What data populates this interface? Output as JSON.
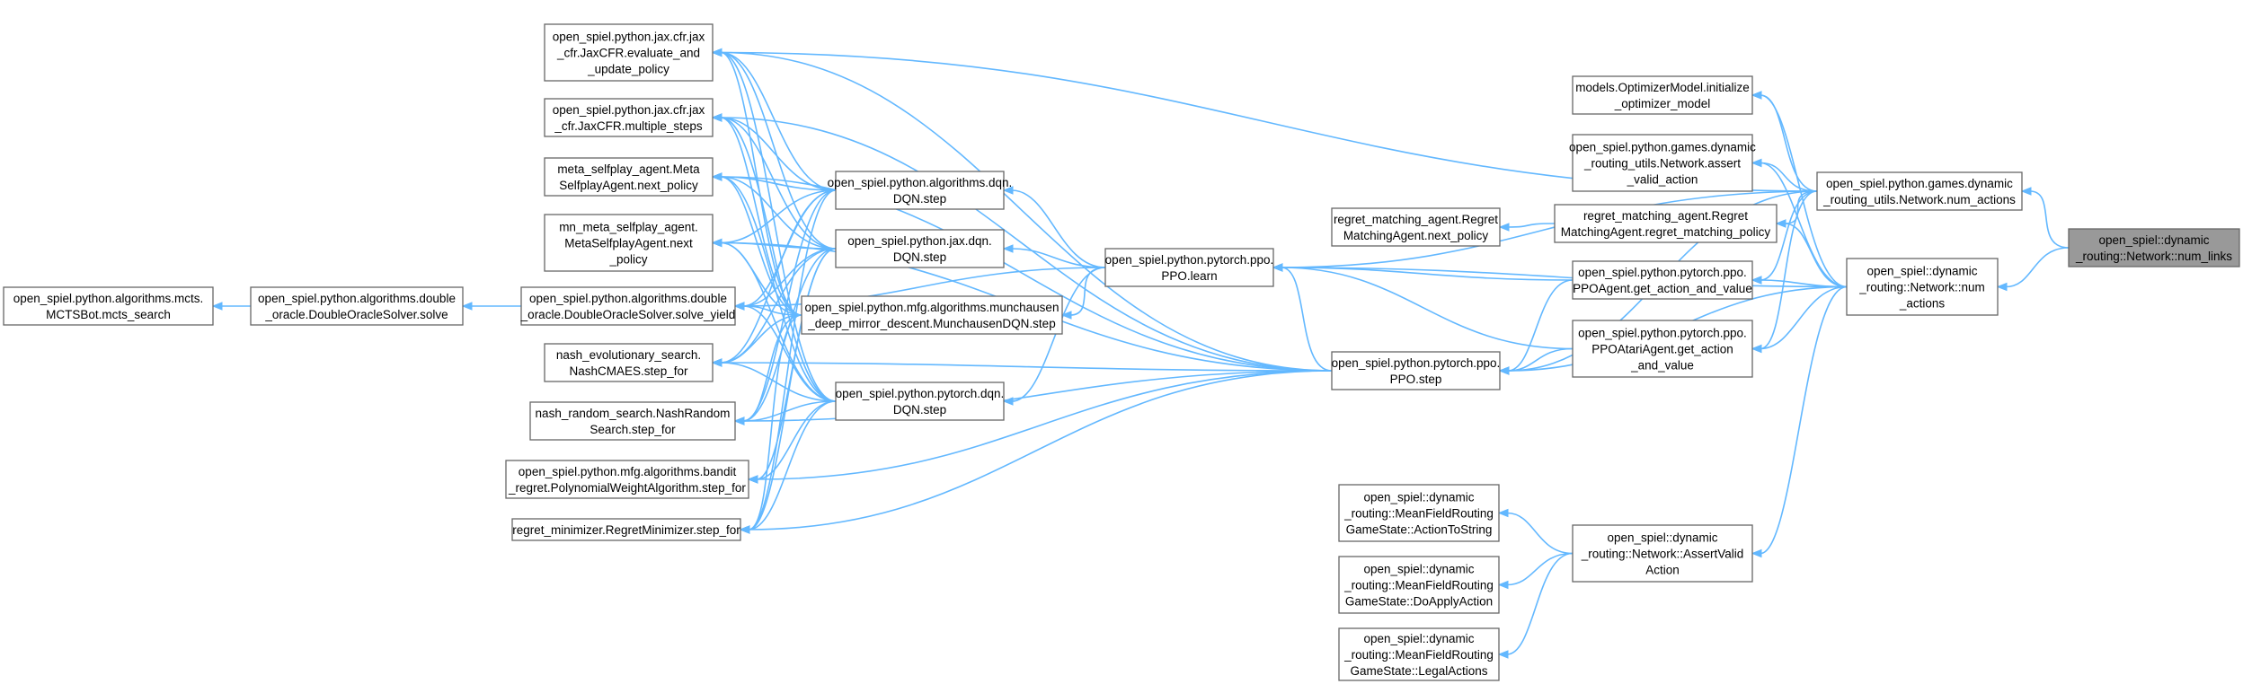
{
  "graph": {
    "colors": {
      "edge": "#63b8ff",
      "node_border": "#666666",
      "node_fill": "#ffffff",
      "focus_fill": "#999999"
    },
    "nodes": [
      {
        "id": "mcts",
        "lines": [
          "open_spiel.python.algorithms.mcts.",
          "MCTSBot.mcts_search"
        ]
      },
      {
        "id": "dosolve",
        "lines": [
          "open_spiel.python.algorithms.double",
          "_oracle.DoubleOracleSolver.solve"
        ]
      },
      {
        "id": "doyield",
        "lines": [
          "open_spiel.python.algorithms.double",
          "_oracle.DoubleOracleSolver.solve_yield"
        ]
      },
      {
        "id": "jaxeval",
        "lines": [
          "open_spiel.python.jax.cfr.jax",
          "_cfr.JaxCFR.evaluate_and",
          "_update_policy"
        ]
      },
      {
        "id": "jaxmulti",
        "lines": [
          "open_spiel.python.jax.cfr.jax",
          "_cfr.JaxCFR.multiple_steps"
        ]
      },
      {
        "id": "metanext",
        "lines": [
          "meta_selfplay_agent.Meta",
          "SelfplayAgent.next_policy"
        ]
      },
      {
        "id": "mnmeta",
        "lines": [
          "mn_meta_selfplay_agent.",
          "MetaSelfplayAgent.next",
          "_policy"
        ]
      },
      {
        "id": "nashevo",
        "lines": [
          "nash_evolutionary_search.",
          "NashCMAES.step_for"
        ]
      },
      {
        "id": "nashrand",
        "lines": [
          "nash_random_search.NashRandom",
          "Search.step_for"
        ]
      },
      {
        "id": "bandit",
        "lines": [
          "open_spiel.python.mfg.algorithms.bandit",
          "_regret.PolynomialWeightAlgorithm.step_for"
        ]
      },
      {
        "id": "regmin",
        "lines": [
          "regret_minimizer.RegretMinimizer.step_for"
        ]
      },
      {
        "id": "algdqn",
        "lines": [
          "open_spiel.python.algorithms.dqn.",
          "DQN.step"
        ]
      },
      {
        "id": "jaxdqn",
        "lines": [
          "open_spiel.python.jax.dqn.",
          "DQN.step"
        ]
      },
      {
        "id": "munch",
        "lines": [
          "open_spiel.python.mfg.algorithms.munchausen",
          "_deep_mirror_descent.MunchausenDQN.step"
        ]
      },
      {
        "id": "torchdqn",
        "lines": [
          "open_spiel.python.pytorch.dqn.",
          "DQN.step"
        ]
      },
      {
        "id": "ppolearn",
        "lines": [
          "open_spiel.python.pytorch.ppo.",
          "PPO.learn"
        ]
      },
      {
        "id": "ppostep",
        "lines": [
          "open_spiel.python.pytorch.ppo.",
          "PPO.step"
        ]
      },
      {
        "id": "regnext",
        "lines": [
          "regret_matching_agent.Regret",
          "MatchingAgent.next_policy"
        ]
      },
      {
        "id": "regpol",
        "lines": [
          "regret_matching_agent.Regret",
          "MatchingAgent.regret_matching_policy"
        ]
      },
      {
        "id": "optinit",
        "lines": [
          "models.OptimizerModel.initialize",
          "_optimizer_model"
        ]
      },
      {
        "id": "assertvalid",
        "lines": [
          "open_spiel.python.games.dynamic",
          "_routing_utils.Network.assert",
          "_valid_action"
        ]
      },
      {
        "id": "ppoagent",
        "lines": [
          "open_spiel.python.pytorch.ppo.",
          "PPOAgent.get_action_and_value"
        ]
      },
      {
        "id": "ppoatari",
        "lines": [
          "open_spiel.python.pytorch.ppo.",
          "PPOAtariAgent.get_action",
          "_and_value"
        ]
      },
      {
        "id": "actstr",
        "lines": [
          "open_spiel::dynamic",
          "_routing::MeanFieldRouting",
          "GameState::ActionToString"
        ]
      },
      {
        "id": "doapply",
        "lines": [
          "open_spiel::dynamic",
          "_routing::MeanFieldRouting",
          "GameState::DoApplyAction"
        ]
      },
      {
        "id": "legal",
        "lines": [
          "open_spiel::dynamic",
          "_routing::MeanFieldRouting",
          "GameState::LegalActions"
        ]
      },
      {
        "id": "assertcpp",
        "lines": [
          "open_spiel::dynamic",
          "_routing::Network::AssertValid",
          "Action"
        ]
      },
      {
        "id": "pynumact",
        "lines": [
          "open_spiel.python.games.dynamic",
          "_routing_utils.Network.num_actions"
        ]
      },
      {
        "id": "cppnumact",
        "lines": [
          "open_spiel::dynamic",
          "_routing::Network::num",
          "_actions"
        ]
      },
      {
        "id": "numlinks",
        "lines": [
          "open_spiel::dynamic",
          "_routing::Network::num_links"
        ],
        "focus": true
      }
    ]
  }
}
